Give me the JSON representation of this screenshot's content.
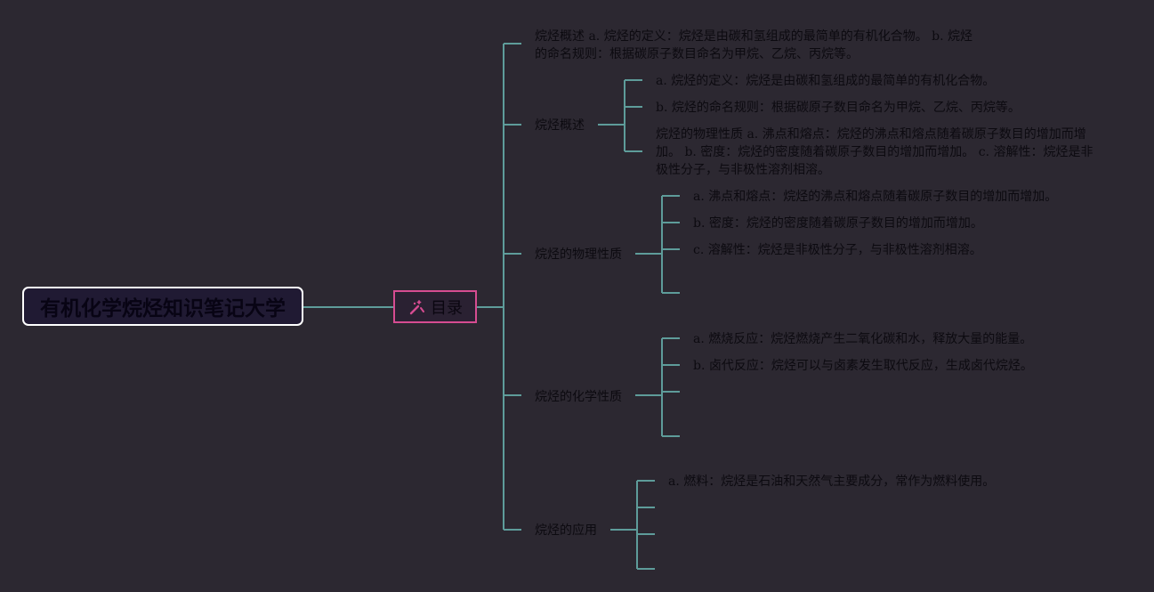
{
  "root": {
    "title": "有机化学烷烃知识笔记大学"
  },
  "toc": {
    "label": "目录",
    "icon": "magic-wand-icon",
    "accent": "#d64c91"
  },
  "colors": {
    "background": "#2c2831",
    "connector": "#5e9c9a",
    "root_border": "#ffffff"
  },
  "sections": [
    {
      "id": "summary-text",
      "label": "烷烃概述 a. 烷烃的定义：烷烃是由碳和氢组成的最简单的有机化合物。 b. 烷烃的命名规则：根据碳原子数目命名为甲烷、乙烷、丙烷等。"
    },
    {
      "id": "overview",
      "label": "烷烃概述",
      "children": [
        "a. 烷烃的定义：烷烃是由碳和氢组成的最简单的有机化合物。",
        "b. 烷烃的命名规则：根据碳原子数目命名为甲烷、乙烷、丙烷等。",
        "烷烃的物理性质 a. 沸点和熔点：烷烃的沸点和熔点随着碳原子数目的增加而增加。 b. 密度：烷烃的密度随着碳原子数目的增加而增加。 c. 溶解性：烷烃是非极性分子，与非极性溶剂相溶。"
      ]
    },
    {
      "id": "physical",
      "label": "烷烃的物理性质",
      "children": [
        "a. 沸点和熔点：烷烃的沸点和熔点随着碳原子数目的增加而增加。",
        "b. 密度：烷烃的密度随着碳原子数目的增加而增加。",
        "c. 溶解性：烷烃是非极性分子，与非极性溶剂相溶。"
      ]
    },
    {
      "id": "chemical",
      "label": "烷烃的化学性质",
      "children": [
        "a. 燃烧反应：烷烃燃烧产生二氧化碳和水，释放大量的能量。",
        "b. 卤代反应：烷烃可以与卤素发生取代反应，生成卤代烷烃。"
      ]
    },
    {
      "id": "application",
      "label": "烷烃的应用",
      "children": [
        "a. 燃料：烷烃是石油和天然气主要成分，常作为燃料使用。"
      ]
    }
  ]
}
